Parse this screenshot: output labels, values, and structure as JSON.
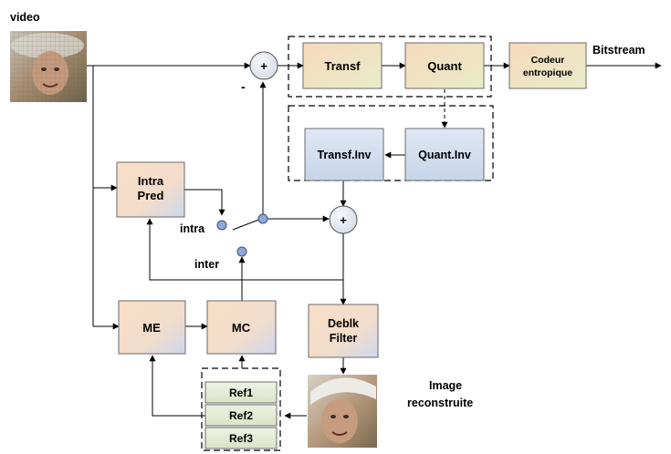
{
  "labels": {
    "video": "video",
    "bitstream": "Bitstream",
    "intra": "intra",
    "inter": "inter",
    "minus": "-",
    "plus": "+",
    "image_reconstruite_line1": "Image",
    "image_reconstruite_line2": "reconstruite"
  },
  "blocks": {
    "transf": "Transf",
    "quant": "Quant",
    "codeur_line1": "Codeur",
    "codeur_line2": "entropique",
    "transf_inv": "Transf.Inv",
    "quant_inv": "Quant.Inv",
    "intra_pred_line1": "Intra",
    "intra_pred_line2": "Pred",
    "me": "ME",
    "mc": "MC",
    "deblk_line1": "Deblk",
    "deblk_line2": "Filter",
    "ref1": "Ref1",
    "ref2": "Ref2",
    "ref3": "Ref3"
  },
  "colors": {
    "orange_block": "#f7dcc4",
    "blue_block": "#d2deee",
    "green_block": "#e4ecd6",
    "node": "#e4ebf2",
    "switch_dot": "#8ea8da"
  }
}
